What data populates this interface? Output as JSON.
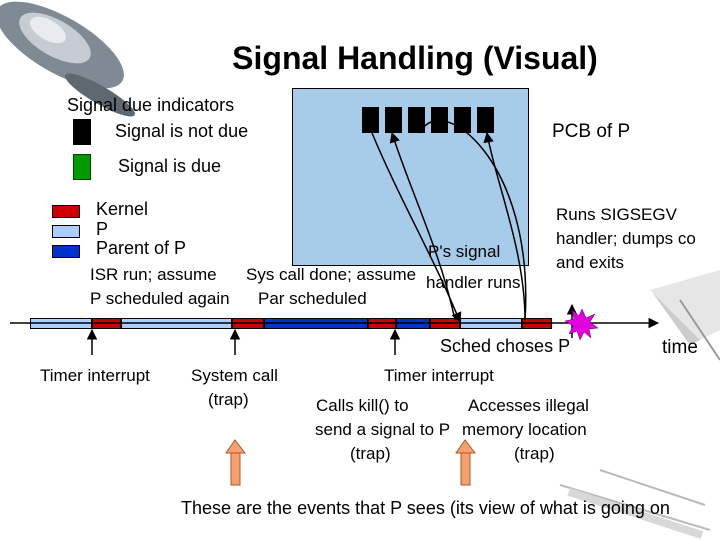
{
  "title": "Signal Handling (Visual)",
  "indicators": {
    "heading": "Signal due indicators",
    "not_due": "Signal is not due",
    "due": "Signal is due"
  },
  "pcb_label": "PCB of P",
  "legend": {
    "kernel": "Kernel",
    "p": "P",
    "parent": "Parent of P"
  },
  "annotations": {
    "isr_line1": "ISR run; assume",
    "isr_line2": "P scheduled again",
    "syscall_line1": "Sys call done; assume",
    "syscall_line2": "Par scheduled",
    "p_signal_line1": "P's signal",
    "p_signal_line2": "handler runs",
    "runs_line1": "Runs SIGSEGV",
    "runs_line2": "handler; dumps co",
    "runs_line3": "and exits",
    "sched": "Sched choses P",
    "time": "time"
  },
  "events": {
    "timer1": "Timer interrupt",
    "syscall_line1": "System call",
    "syscall_line2": "(trap)",
    "timer2": "Timer interrupt",
    "kill_line1": "Calls kill() to",
    "kill_line2": "send a signal to P",
    "kill_line3": "(trap)",
    "illegal_line1": "Accesses illegal",
    "illegal_line2": "memory location",
    "illegal_line3": "(trap)"
  },
  "footer": "These are the events that P sees (its view of what is going on",
  "colors": {
    "kernel": "#cc0000",
    "p": "#aaccff",
    "parent": "#0033cc",
    "pcb_bg": "#a6ccea",
    "due": "#009900",
    "not_due": "#000000",
    "up_arrow": "#f4a070",
    "starburst": "#e000e0"
  },
  "icons": [
    "flying-saucer-icon",
    "pencil-icon",
    "starburst-icon",
    "up-arrow-icon"
  ]
}
